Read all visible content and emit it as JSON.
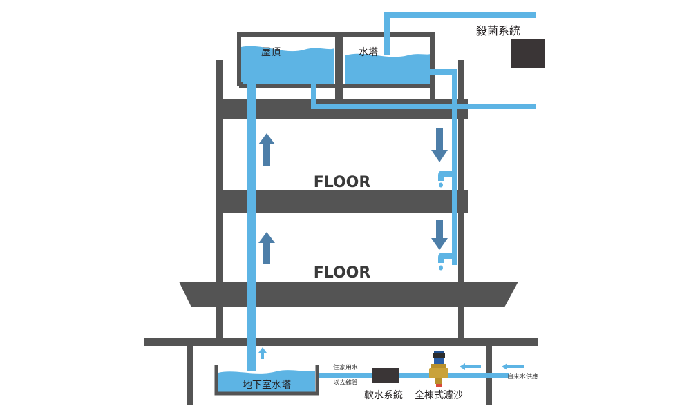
{
  "labels": {
    "roof": "屋頂",
    "water_tower": "水塔",
    "sterilization": "殺菌系統",
    "floor_upper": "FLOOR",
    "floor_lower": "FLOOR",
    "basement_tank": "地下室水塔",
    "household_water": "住家用水",
    "remove_hardness": "以去雜質",
    "softener": "軟水系統",
    "whole_house_filter": "全棟式濾沙",
    "city_supply": "自來水供應"
  },
  "colors": {
    "structure": "#545454",
    "water": "#5db4e4",
    "arrow": "#4d7ea8",
    "dark_box": "#3a3536",
    "text": "#231f20",
    "filter_brass": "#c9a23a",
    "filter_blue": "#1f4f8f"
  }
}
